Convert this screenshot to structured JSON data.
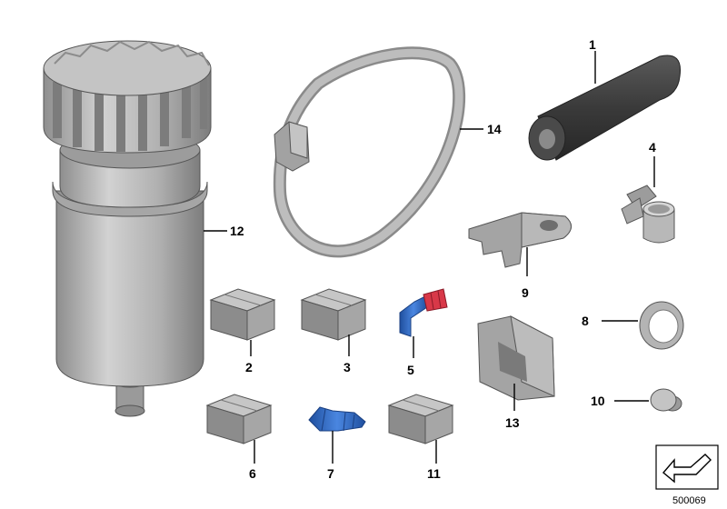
{
  "parts": [
    {
      "key": "p1",
      "number": "1",
      "name": "hose-piece"
    },
    {
      "key": "p2",
      "number": "2",
      "name": "block-small"
    },
    {
      "key": "p3",
      "number": "3",
      "name": "block-small"
    },
    {
      "key": "p4",
      "number": "4",
      "name": "hose-clamp-small"
    },
    {
      "key": "p5",
      "number": "5",
      "name": "elbow-fitting"
    },
    {
      "key": "p6",
      "number": "6",
      "name": "block-small"
    },
    {
      "key": "p7",
      "number": "7",
      "name": "straight-fitting"
    },
    {
      "key": "p8",
      "number": "8",
      "name": "sealing-ring"
    },
    {
      "key": "p9",
      "number": "9",
      "name": "retaining-bracket"
    },
    {
      "key": "p10",
      "number": "10",
      "name": "plug-cap"
    },
    {
      "key": "p11",
      "number": "11",
      "name": "block-small"
    },
    {
      "key": "p12",
      "number": "12",
      "name": "reservoir-tank"
    },
    {
      "key": "p13",
      "number": "13",
      "name": "rubber-holder"
    },
    {
      "key": "p14",
      "number": "14",
      "name": "band-clamp"
    }
  ],
  "document_number": "500069",
  "colors": {
    "part_gray": "#b4b4b4",
    "part_dark": "#707070",
    "hose_dark": "#3a3a3a",
    "fitting_blue": "#2c68c8",
    "fitting_red": "#d83848"
  }
}
